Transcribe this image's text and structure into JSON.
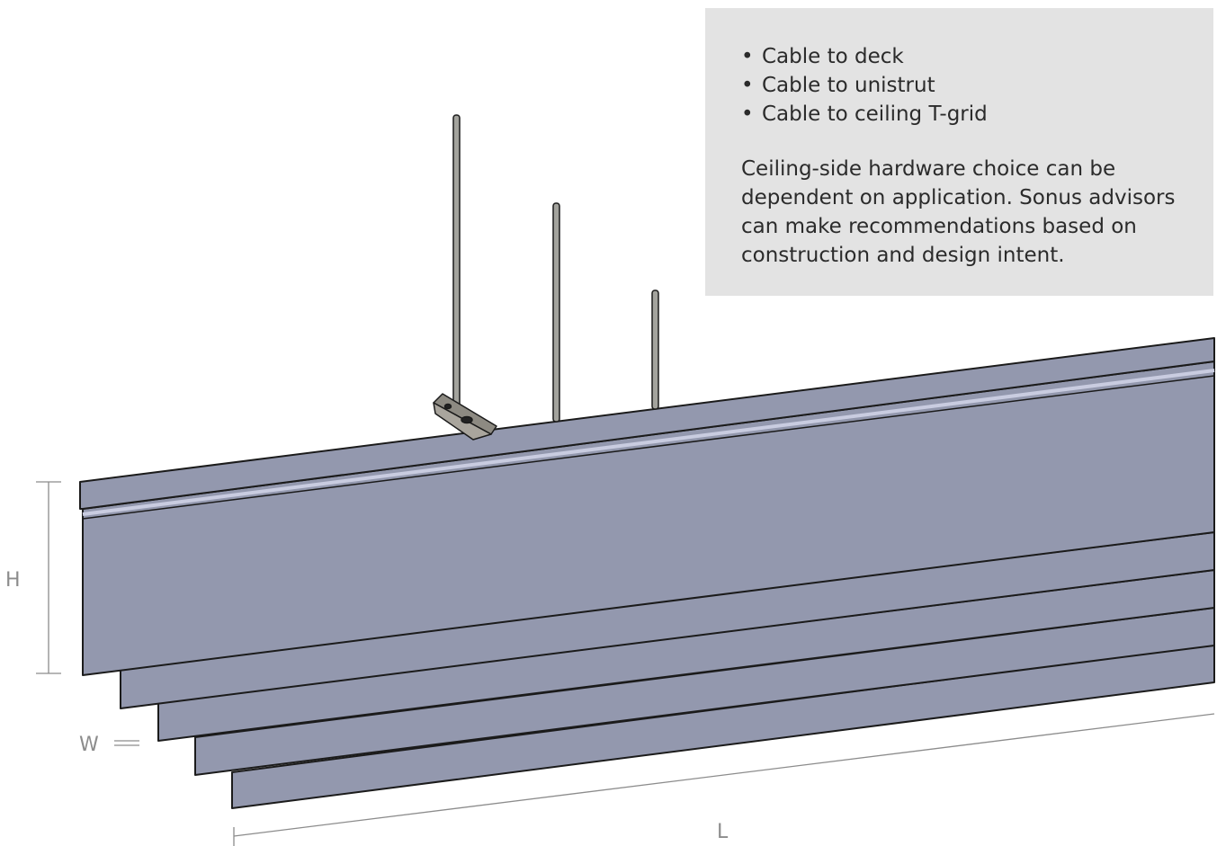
{
  "info_panel": {
    "hardware_options": [
      "Cable to deck",
      "Cable to unistrut",
      "Cable to ceiling T-grid"
    ],
    "description": "Ceiling-side hardware choice can be dependent on application. Sonus advisors can make recommendations based on construction and design intent."
  },
  "dimensions": {
    "height_label": "H",
    "width_label": "W",
    "length_label": "L"
  },
  "colors": {
    "blade": "#9398ae",
    "panel_background": "#e3e3e3",
    "text": "#2b2b2b",
    "dimension_lines": "#8c8c8c"
  }
}
